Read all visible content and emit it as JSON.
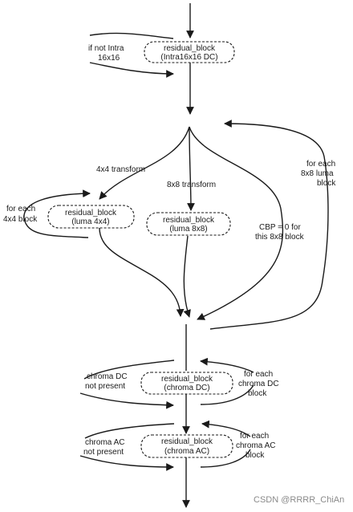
{
  "nodes": {
    "intra16x16_dc": {
      "line1": "residual_block",
      "line2": "(Intra16x16 DC)"
    },
    "luma_4x4": {
      "line1": "residual_block",
      "line2": "(luma 4x4)"
    },
    "luma_8x8": {
      "line1": "residual_block",
      "line2": "(luma 8x8)"
    },
    "chroma_dc": {
      "line1": "residual_block",
      "line2": "(chroma DC)"
    },
    "chroma_ac": {
      "line1": "residual_block",
      "line2": "(chroma AC)"
    }
  },
  "labels": {
    "if_not_intra": [
      "if not Intra",
      "16x16"
    ],
    "transform_4x4": "4x4 transform",
    "transform_8x8": "8x8 transform",
    "for_each_4x4": [
      "for each",
      "4x4 block"
    ],
    "for_each_8x8_luma": [
      "for each",
      "8x8 luma",
      "block"
    ],
    "cbp_zero": [
      "CBP = 0 for",
      "this 8x8 block"
    ],
    "chroma_dc_not_present": [
      "chroma DC",
      "not present"
    ],
    "for_each_chroma_dc": [
      "for each",
      "chroma DC",
      "block"
    ],
    "chroma_ac_not_present": [
      "chroma AC",
      "not present"
    ],
    "for_each_chroma_ac": [
      "for each",
      "chroma AC",
      "block"
    ]
  },
  "watermark": "CSDN @RRRR_ChiAn"
}
